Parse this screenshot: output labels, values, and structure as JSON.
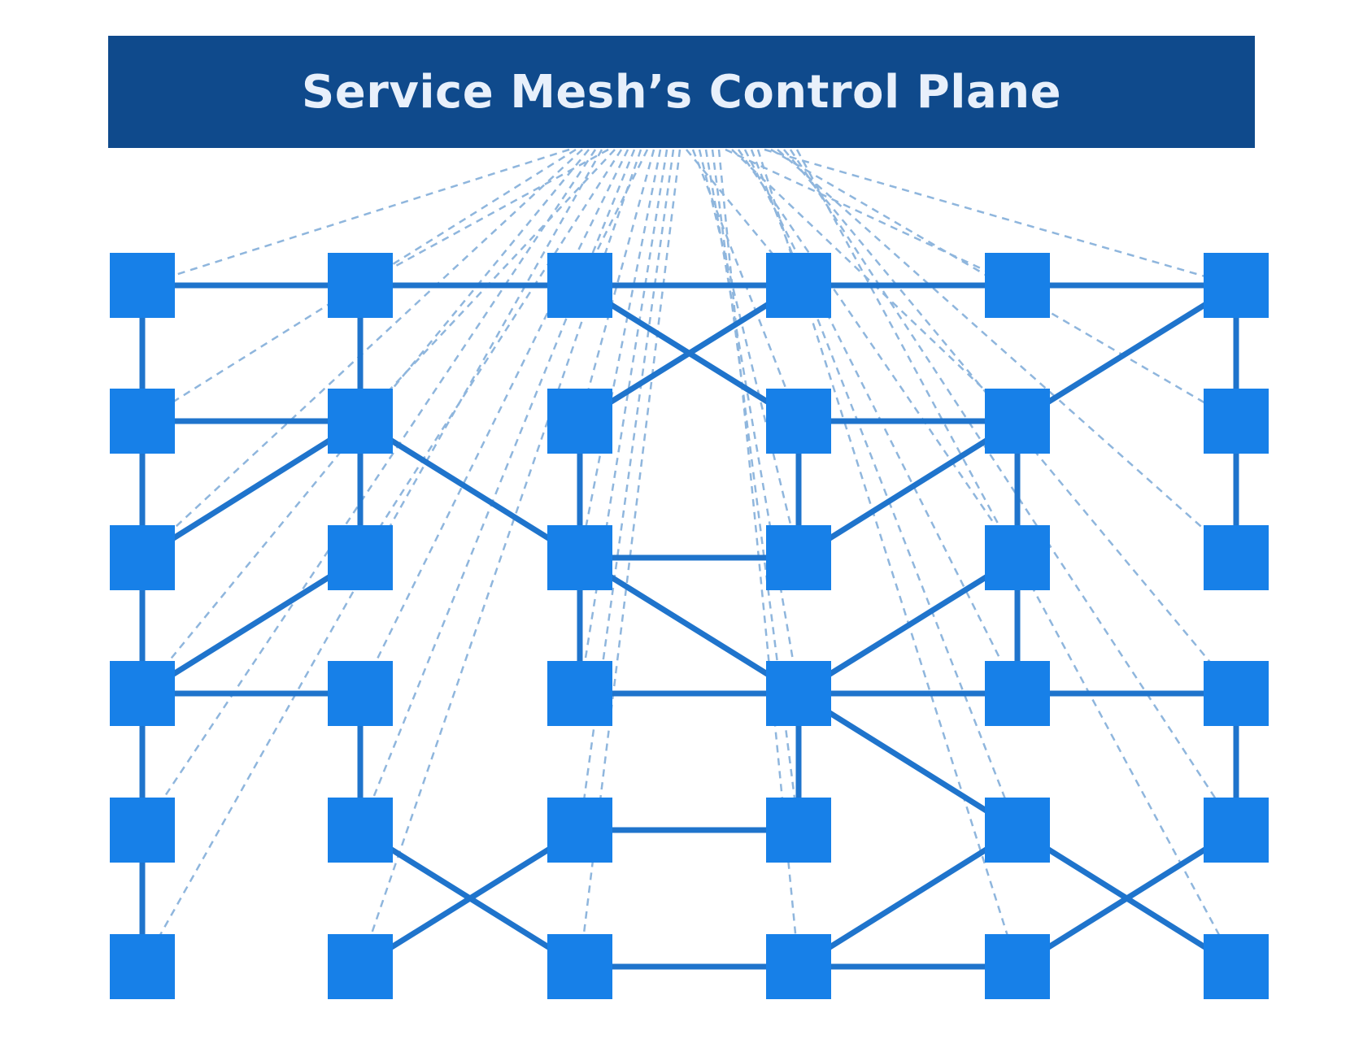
{
  "control_plane": {
    "title": "Service Mesh’s Control Plane"
  },
  "colors": {
    "banner": "#0f4a8c",
    "banner_text": "#e8f0fb",
    "node": "#1780e8",
    "link": "#1f74cc",
    "control_link": "#8fb6dd"
  },
  "mesh": {
    "columns": 6,
    "rows": 6,
    "links": [
      [
        [
          0,
          0
        ],
        [
          1,
          0
        ]
      ],
      [
        [
          1,
          0
        ],
        [
          2,
          0
        ]
      ],
      [
        [
          2,
          0
        ],
        [
          3,
          0
        ]
      ],
      [
        [
          3,
          0
        ],
        [
          4,
          0
        ]
      ],
      [
        [
          4,
          0
        ],
        [
          5,
          0
        ]
      ],
      [
        [
          0,
          0
        ],
        [
          0,
          1
        ]
      ],
      [
        [
          0,
          1
        ],
        [
          0,
          2
        ]
      ],
      [
        [
          0,
          2
        ],
        [
          0,
          3
        ]
      ],
      [
        [
          0,
          3
        ],
        [
          0,
          4
        ]
      ],
      [
        [
          0,
          4
        ],
        [
          0,
          5
        ]
      ],
      [
        [
          1,
          0
        ],
        [
          1,
          1
        ]
      ],
      [
        [
          1,
          1
        ],
        [
          1,
          2
        ]
      ],
      [
        [
          1,
          3
        ],
        [
          1,
          4
        ]
      ],
      [
        [
          0,
          1
        ],
        [
          1,
          1
        ]
      ],
      [
        [
          0,
          2
        ],
        [
          1,
          1
        ]
      ],
      [
        [
          0,
          3
        ],
        [
          1,
          2
        ]
      ],
      [
        [
          0,
          3
        ],
        [
          1,
          3
        ]
      ],
      [
        [
          1,
          1
        ],
        [
          2,
          2
        ]
      ],
      [
        [
          2,
          0
        ],
        [
          3,
          1
        ]
      ],
      [
        [
          3,
          0
        ],
        [
          2,
          1
        ]
      ],
      [
        [
          2,
          1
        ],
        [
          2,
          2
        ]
      ],
      [
        [
          2,
          2
        ],
        [
          2,
          3
        ]
      ],
      [
        [
          2,
          2
        ],
        [
          3,
          2
        ]
      ],
      [
        [
          2,
          2
        ],
        [
          3,
          3
        ]
      ],
      [
        [
          2,
          3
        ],
        [
          3,
          3
        ]
      ],
      [
        [
          3,
          1
        ],
        [
          3,
          2
        ]
      ],
      [
        [
          3,
          3
        ],
        [
          3,
          4
        ]
      ],
      [
        [
          3,
          1
        ],
        [
          4,
          1
        ]
      ],
      [
        [
          3,
          2
        ],
        [
          4,
          1
        ]
      ],
      [
        [
          4,
          1
        ],
        [
          5,
          0
        ]
      ],
      [
        [
          4,
          1
        ],
        [
          4,
          2
        ]
      ],
      [
        [
          4,
          2
        ],
        [
          4,
          3
        ]
      ],
      [
        [
          3,
          3
        ],
        [
          4,
          2
        ]
      ],
      [
        [
          3,
          3
        ],
        [
          4,
          3
        ]
      ],
      [
        [
          4,
          3
        ],
        [
          5,
          3
        ]
      ],
      [
        [
          3,
          3
        ],
        [
          4,
          4
        ]
      ],
      [
        [
          5,
          0
        ],
        [
          5,
          1
        ]
      ],
      [
        [
          5,
          1
        ],
        [
          5,
          2
        ]
      ],
      [
        [
          5,
          3
        ],
        [
          5,
          4
        ]
      ],
      [
        [
          2,
          4
        ],
        [
          3,
          4
        ]
      ],
      [
        [
          1,
          4
        ],
        [
          2,
          5
        ]
      ],
      [
        [
          1,
          5
        ],
        [
          2,
          4
        ]
      ],
      [
        [
          2,
          5
        ],
        [
          3,
          5
        ]
      ],
      [
        [
          3,
          5
        ],
        [
          4,
          4
        ]
      ],
      [
        [
          3,
          5
        ],
        [
          4,
          5
        ]
      ],
      [
        [
          4,
          4
        ],
        [
          5,
          5
        ]
      ],
      [
        [
          4,
          5
        ],
        [
          5,
          4
        ]
      ]
    ]
  }
}
